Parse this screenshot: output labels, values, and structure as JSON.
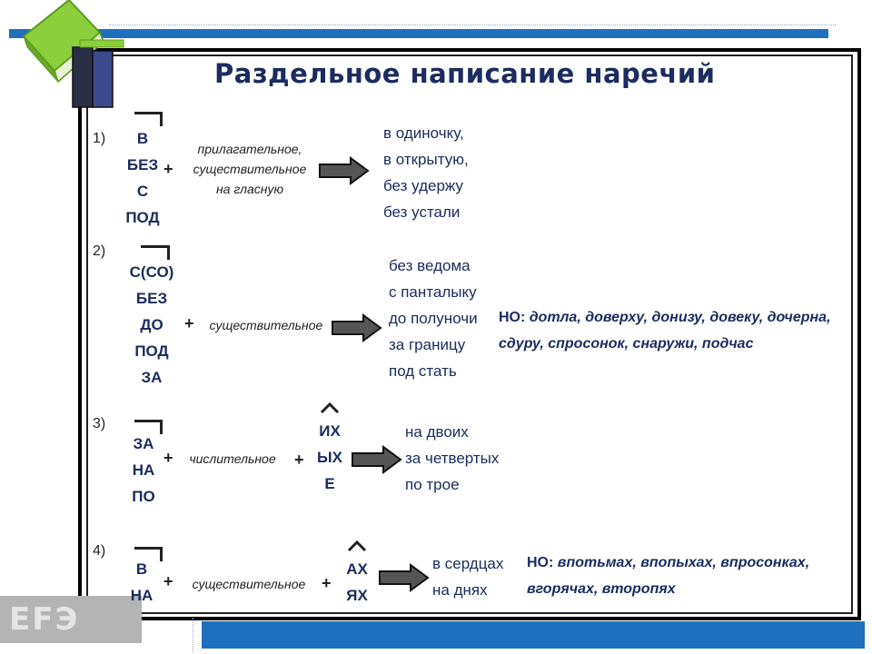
{
  "title": "Раздельное написание наречий",
  "rules": [
    {
      "number": "1)",
      "prefixes": [
        "В",
        "БЕЗ",
        "С",
        "ПОД"
      ],
      "plus": "+",
      "description": [
        "прилагательное,",
        "существительное",
        "на гласную"
      ],
      "examples": [
        "в одиночку,",
        "в открытую,",
        "без удержу",
        "без устали"
      ]
    },
    {
      "number": "2)",
      "prefixes": [
        "С(СО)",
        "БЕЗ",
        "ДО",
        "ПОД",
        "ЗА"
      ],
      "plus": "+",
      "description": [
        "существительное"
      ],
      "examples": [
        "без  ведома",
        "с панталыку",
        "до полуночи",
        "за границу",
        "под стать"
      ],
      "note_label": "НО:",
      "note_lines": [
        "дотла, доверху, донизу, довеку, дочерна,",
        "сдуру, спросонок, снаружи, подчас"
      ]
    },
    {
      "number": "3)",
      "prefixes": [
        "ЗА",
        "НА",
        "ПО"
      ],
      "plus": "+",
      "description": [
        "числительное"
      ],
      "plus2": "+",
      "endings": [
        "ИХ",
        "ЫХ",
        "Е"
      ],
      "examples": [
        "на двоих",
        "за четвертых",
        "по трое"
      ]
    },
    {
      "number": "4)",
      "prefixes": [
        "В",
        "НА"
      ],
      "plus": "+",
      "description": [
        "существительное"
      ],
      "plus2": "+",
      "endings": [
        "АХ",
        "ЯХ"
      ],
      "examples": [
        "в сердцах",
        "на днях"
      ],
      "note_label": "НО:",
      "note_lines": [
        "впотьмах, впопыхах, впросонках,",
        "вгорячах, второпях"
      ]
    }
  ],
  "logo_text": "EFЭ",
  "colors": {
    "accent": "#1f6fbf",
    "text": "#1c2c60",
    "arrow": "#555555"
  },
  "icons": {
    "books": "books-icon",
    "arrow": "arrow-right-icon",
    "caret": "caret-up-icon"
  }
}
